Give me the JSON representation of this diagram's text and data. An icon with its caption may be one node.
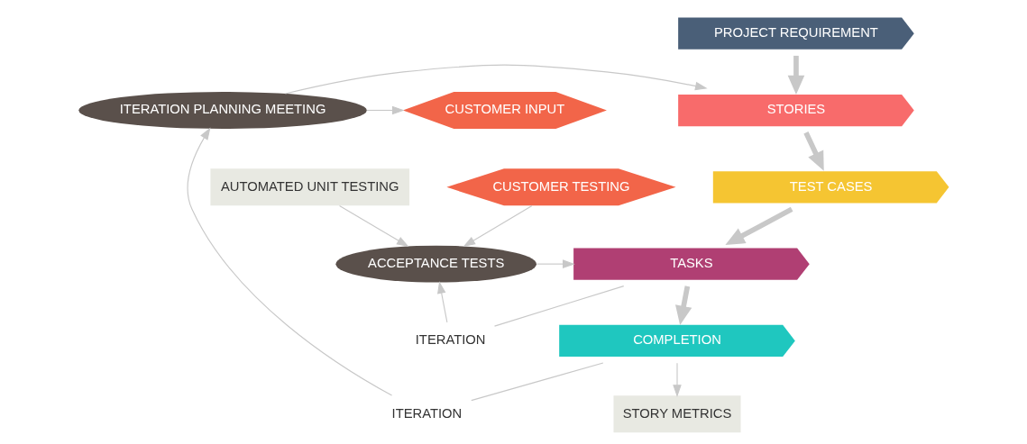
{
  "diagram": {
    "nodes": [
      {
        "text": [
          "PROJECT REQUIREMENT"
        ]
      },
      {
        "text": [
          "STORIES"
        ]
      },
      {
        "text": [
          "TEST CASES"
        ]
      },
      {
        "text": [
          "TASKS"
        ]
      },
      {
        "text": [
          "COMPLETION"
        ]
      },
      {
        "text": [
          "ITERATION PLANNING MEETING"
        ]
      },
      {
        "text": [
          "CUSTOMER INPUT"
        ]
      },
      {
        "text": [
          "AUTOMATED UNIT TESTING"
        ]
      },
      {
        "text": [
          "ACCEPTANCE TESTS"
        ]
      },
      {
        "text": [
          "ITERATION"
        ]
      },
      {
        "text": [
          "CUSTOMER TESTING"
        ]
      },
      {
        "text": [
          "STORY METRICS"
        ]
      },
      {
        "text": [
          "ITERATION"
        ]
      }
    ],
    "edges": [
      {
        "from": 0,
        "to": 1,
        "arrow": "to",
        "style": "thick"
      },
      {
        "from": 1,
        "to": 2,
        "arrow": "to",
        "style": "thick"
      },
      {
        "from": 2,
        "to": 3,
        "arrow": "to",
        "style": "thick"
      },
      {
        "from": 3,
        "to": 4,
        "arrow": "to",
        "style": "thick"
      },
      {
        "from": 5,
        "to": 1,
        "arrow": "to"
      },
      {
        "from": 5,
        "to": 6,
        "arrow": "to"
      },
      {
        "from": 7,
        "to": 8,
        "arrow": "to"
      },
      {
        "from": 8,
        "to": 3,
        "arrow": "to"
      },
      {
        "from": 3,
        "to": 9,
        "arrow": "none"
      },
      {
        "from": 9,
        "to": 8,
        "arrow": "to"
      },
      {
        "from": 10,
        "to": 8,
        "arrow": "to"
      },
      {
        "from": 4,
        "to": 11,
        "arrow": "to"
      },
      {
        "from": 4,
        "to": 12,
        "arrow": "none"
      },
      {
        "from": 12,
        "to": 5,
        "arrow": "to"
      }
    ]
  }
}
